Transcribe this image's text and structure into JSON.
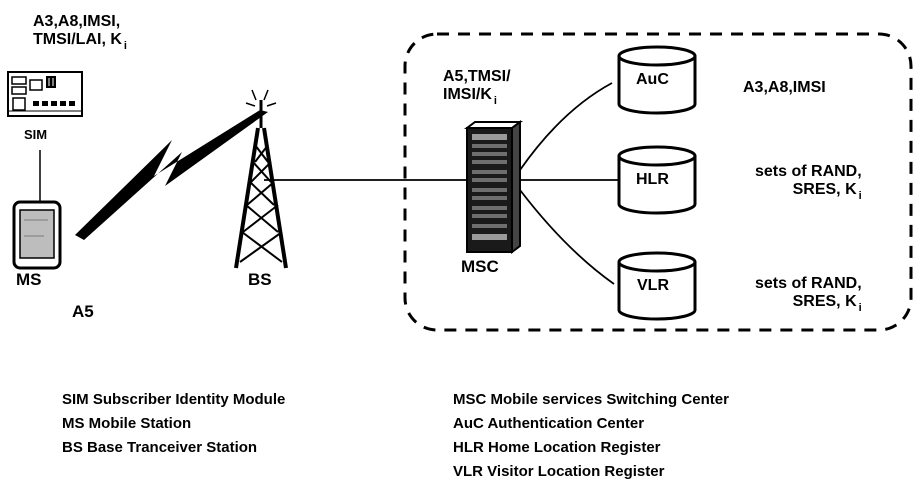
{
  "sim_data": {
    "line1": "A3,A8,IMSI,",
    "line2": "TMSI/LAI, K",
    "sub": "i"
  },
  "labels": {
    "sim": "SIM",
    "ms": "MS",
    "bs": "BS",
    "msc": "MSC",
    "a5": "A5"
  },
  "msc_data": {
    "line1": "A5,TMSI/",
    "line2": "IMSI/K",
    "sub": "i"
  },
  "databases": [
    {
      "name": "AuC",
      "info_line1": "A3,A8,IMSI",
      "info_line2": "",
      "sub": ""
    },
    {
      "name": "HLR",
      "info_line1": "sets of RAND,",
      "info_line2": "SRES, K",
      "sub": "i"
    },
    {
      "name": "VLR",
      "info_line1": "sets of RAND,",
      "info_line2": "SRES, K",
      "sub": "i"
    }
  ],
  "legend_left": [
    "SIM Subscriber Identity Module",
    "MS Mobile Station",
    "BS Base Tranceiver Station"
  ],
  "legend_right": [
    "MSC Mobile services Switching Center",
    "AuC Authentication Center",
    "HLR Home Location Register",
    "VLR Visitor Location Register"
  ]
}
